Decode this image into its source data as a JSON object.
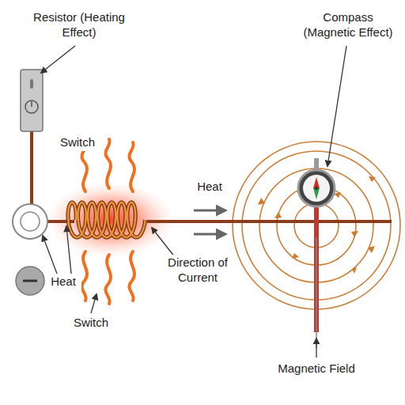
{
  "diagram": {
    "labels": [
      "Resistor (Heating Effect)",
      "Compass (Magnetic Effect)",
      "Switch",
      "Heat",
      "Heat",
      "Direction of Current",
      "Switch",
      "Magnetic Field"
    ]
  }
}
